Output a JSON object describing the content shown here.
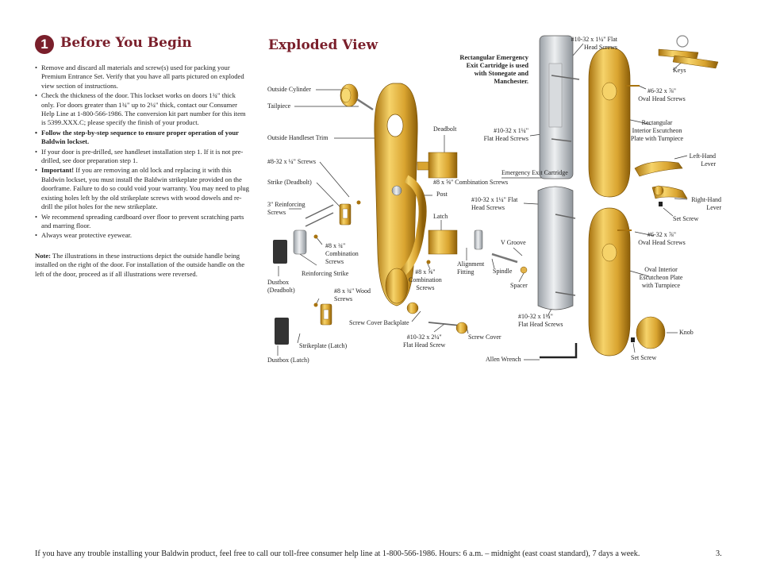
{
  "header": {
    "step_number": "1",
    "before_title": "Before You Begin",
    "exploded_title": "Exploded View"
  },
  "instructions": {
    "bullets": [
      {
        "text": "Remove and discard all materials and screw(s) used for packing your Premium Entrance Set. Verify that you have all parts pictured on exploded view section of instructions.",
        "bold": false
      },
      {
        "text": "Check the thickness of the door. This lockset works on doors 1¾\" thick only. For doors greater than 1¾\" up to 2¼\" thick, contact our Consumer Help Line at 1-800-566-1986. The conversion kit part number for this item is 5399.XXX.C; please specify the finish of your product.",
        "bold": false
      },
      {
        "text": "Follow the step-by-step sequence to ensure proper operation of your Baldwin lockset.",
        "bold": true
      },
      {
        "text": "If your door is pre-drilled, see handleset installation step 1. If it is not pre-drilled, see door preparation step 1.",
        "bold": false
      },
      {
        "text_bold": "Important!",
        "text": " If you are removing an old lock and replacing it with this Baldwin lockset, you must install the Baldwin strikeplate provided on the doorframe. Failure to do so could void your warranty. You may need to plug existing holes left by the old strikeplate screws with wood dowels and re-drill the pilot holes for the new strikeplate.",
        "bold": false
      },
      {
        "text": "We recommend spreading cardboard over floor to prevent scratching parts and marring floor.",
        "bold": false
      },
      {
        "text": "Always wear protective eyewear.",
        "bold": false
      }
    ],
    "note_label": "Note:",
    "note_text": " The illustrations in these instructions depict the outside handle being installed on the right of the door. For installation of the outside handle on the left of the door, proceed as if all illustrations were reversed."
  },
  "labels": {
    "outside_cylinder": "Outside Cylinder",
    "tailpiece": "Tailpiece",
    "outside_handleset_trim": "Outside Handleset Trim",
    "screws_8_32": "#8-32 x ¼\" Screws",
    "strike_deadbolt": "Strike (Deadbolt)",
    "reinforcing_screws_l1": "3\" Reinforcing",
    "reinforcing_screws_l2": "Screws",
    "combo_screws_8_34_l1": "#8 x ¾\"",
    "combo_screws_8_34_l2": "Combination",
    "combo_screws_8_34_l3": "Screws",
    "reinforcing_strike": "Reinforcing Strike",
    "dustbox_deadbolt_l1": "Dustbox",
    "dustbox_deadbolt_l2": "(Deadbolt)",
    "wood_screws_l1": "#8 x ¾\" Wood",
    "wood_screws_l2": "Screws",
    "screw_cover_backplate": "Screw Cover Backplate",
    "strikeplate_latch": "Strikeplate (Latch)",
    "dustbox_latch": "Dustbox (Latch)",
    "flat_head_10_32_214_l1": "#10-32 x 2¼\"",
    "flat_head_10_32_214_l2": "Flat Head Screw",
    "screw_cover": "Screw Cover",
    "deadbolt": "Deadbolt",
    "combo_screws_8_58": "#8 x ⅝\" Combination Screws",
    "post": "Post",
    "latch": "Latch",
    "alignment_fitting_l1": "Alignment",
    "alignment_fitting_l2": "Fitting",
    "combo_screws_8_58b_l1": "#8 x ⅝\"",
    "combo_screws_8_58b_l2": "Combination",
    "combo_screws_8_58b_l3": "Screws",
    "rect_cartridge_l1": "Rectangular Emergency",
    "rect_cartridge_l2": "Exit Cartridge is used",
    "rect_cartridge_l3": "with Stonegate and",
    "rect_cartridge_l4": "Manchester.",
    "flat_head_10_32_114a_l1": "#10-32 x 1¼\"",
    "flat_head_10_32_114a_l2": "Flat Head Screws",
    "emergency_exit_cartridge": "Emergency Exit Cartridge",
    "flat_head_10_32_114b_l1": "#10-32 x 1¼\" Flat",
    "flat_head_10_32_114b_l2": "Head Screws",
    "v_groove": "V Groove",
    "spindle": "Spindle",
    "spacer": "Spacer",
    "flat_head_10_32_114c_l1": "#10-32 x 1¼\"",
    "flat_head_10_32_114c_l2": "Flat Head Screws",
    "allen_wrench": "Allen Wrench",
    "flat_head_top_l1": "#10-32 x 1¼\" Flat",
    "flat_head_top_l2": "Head Screws",
    "keys": "Keys",
    "oval_head_6_32a_l1": "#6-32 x ⅞\"",
    "oval_head_6_32a_l2": "Oval Head Screws",
    "rect_escutcheon_l1": "Rectangular",
    "rect_escutcheon_l2": "Interior Escutcheon",
    "rect_escutcheon_l3": "Plate with Turnpiece",
    "left_hand_lever_l1": "Left-Hand",
    "left_hand_lever_l2": "Lever",
    "right_hand_lever_l1": "Right-Hand",
    "right_hand_lever_l2": "Lever",
    "set_screw_a": "Set Screw",
    "oval_head_6_32b_l1": "#6-32 x ⅞\"",
    "oval_head_6_32b_l2": "Oval Head Screws",
    "oval_escutcheon_l1": "Oval Interior",
    "oval_escutcheon_l2": "Escutcheon Plate",
    "oval_escutcheon_l3": "with Turnpiece",
    "knob": "Knob",
    "set_screw_b": "Set Screw"
  },
  "footer": {
    "help_text": "If you have any trouble installing your Baldwin product, feel free to call our toll-free consumer help line at 1-800-566-1986. Hours: 6 a.m. – midnight (east coast standard), 7 days a week.",
    "page_number": "3."
  },
  "colors": {
    "heading": "#7a1f2b",
    "brass": "#d9a430",
    "brass_dark": "#9a6a10",
    "steel": "#c8ccd0"
  }
}
